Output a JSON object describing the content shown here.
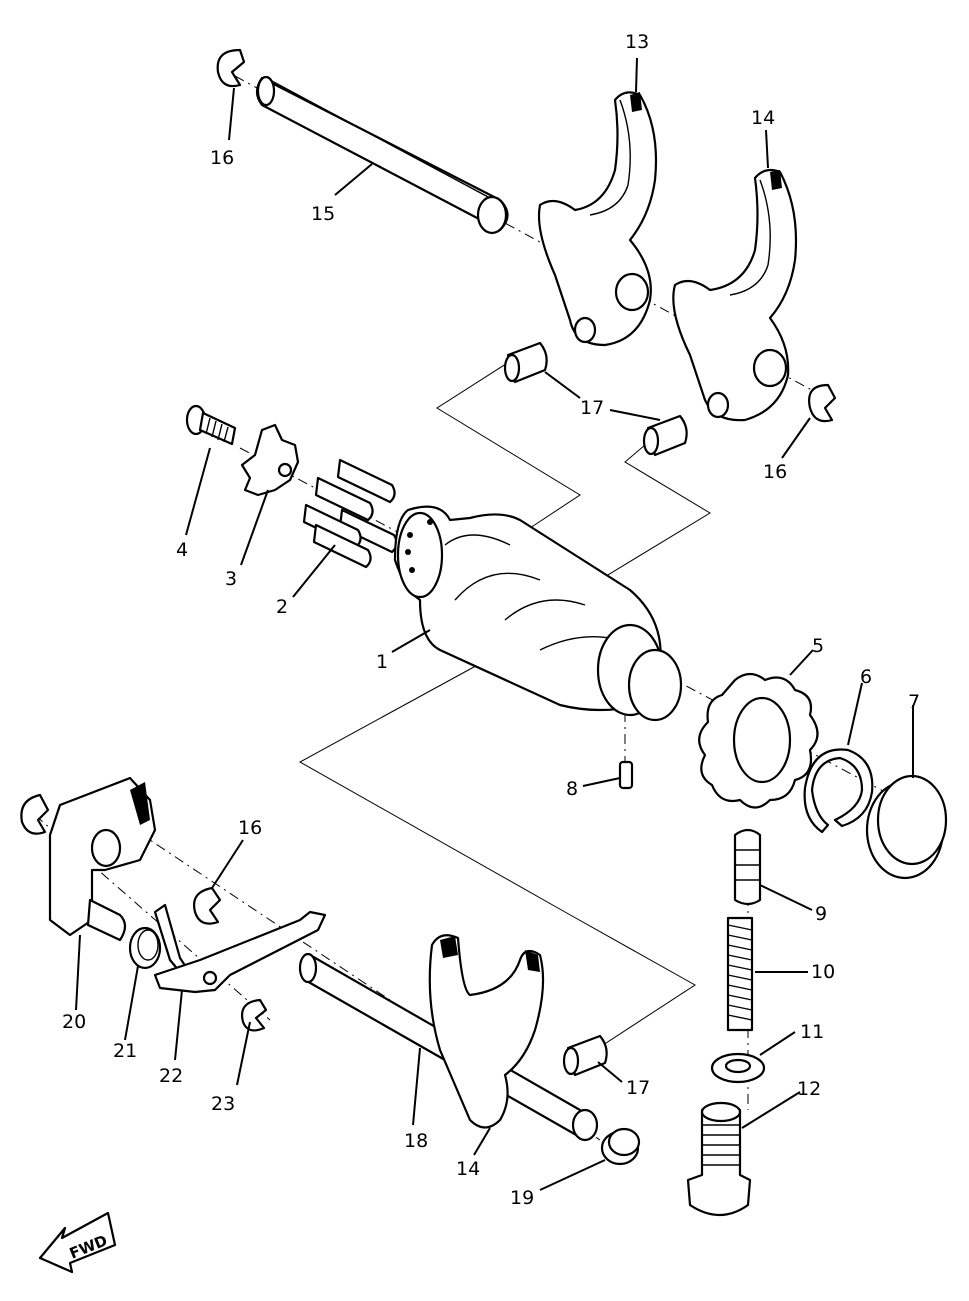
{
  "callouts": [
    {
      "id": "c1",
      "text": "1"
    },
    {
      "id": "c2",
      "text": "2"
    },
    {
      "id": "c3",
      "text": "3"
    },
    {
      "id": "c4",
      "text": "4"
    },
    {
      "id": "c5",
      "text": "5"
    },
    {
      "id": "c6",
      "text": "6"
    },
    {
      "id": "c7",
      "text": "7"
    },
    {
      "id": "c8",
      "text": "8"
    },
    {
      "id": "c9",
      "text": "9"
    },
    {
      "id": "c10",
      "text": "10"
    },
    {
      "id": "c11",
      "text": "11"
    },
    {
      "id": "c12",
      "text": "12"
    },
    {
      "id": "c13",
      "text": "13"
    },
    {
      "id": "c14a",
      "text": "14"
    },
    {
      "id": "c14b",
      "text": "14"
    },
    {
      "id": "c15",
      "text": "15"
    },
    {
      "id": "c16a",
      "text": "16"
    },
    {
      "id": "c16b",
      "text": "16"
    },
    {
      "id": "c16c",
      "text": "16"
    },
    {
      "id": "c17a",
      "text": "17"
    },
    {
      "id": "c17b",
      "text": "17"
    },
    {
      "id": "c18",
      "text": "18"
    },
    {
      "id": "c19",
      "text": "19"
    },
    {
      "id": "c20",
      "text": "20"
    },
    {
      "id": "c21",
      "text": "21"
    },
    {
      "id": "c22",
      "text": "22"
    },
    {
      "id": "c23",
      "text": "23"
    }
  ],
  "fwd_label": "FWD"
}
